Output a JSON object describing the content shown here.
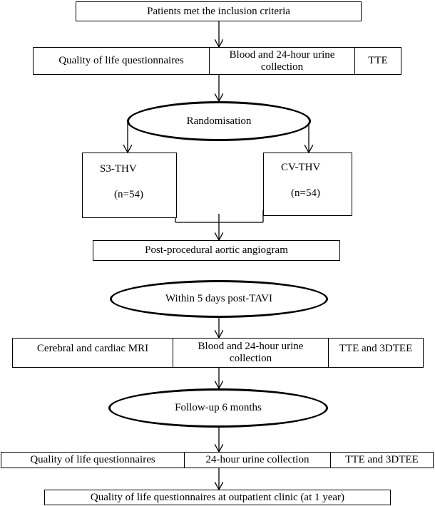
{
  "nodes": {
    "inclusion": "Patients met the inclusion criteria",
    "baseline": {
      "qol": "Quality of life questionnaires",
      "blood_urine": "Blood and 24-hour urine collection",
      "tte": "TTE"
    },
    "randomisation": "Randomisation",
    "arm_s3": {
      "name": "S3-THV",
      "n": "(n=54)"
    },
    "arm_cv": {
      "name": "CV-THV",
      "n": "(n=54)"
    },
    "angiogram": "Post-procedural aortic angiogram",
    "within_5_days": "Within 5 days post-TAVI",
    "post_tavi": {
      "mri": "Cerebral and cardiac MRI",
      "blood_urine": "Blood and 24-hour urine collection",
      "tte_3dtee": "TTE and 3DTEE"
    },
    "followup": "Follow-up 6 months",
    "followup_tests": {
      "qol": "Quality of life questionnaires",
      "urine": "24-hour urine collection",
      "tte_3dtee": "TTE and 3DTEE"
    },
    "final": "Quality of life questionnaires at outpatient clinic (at 1 year)"
  }
}
